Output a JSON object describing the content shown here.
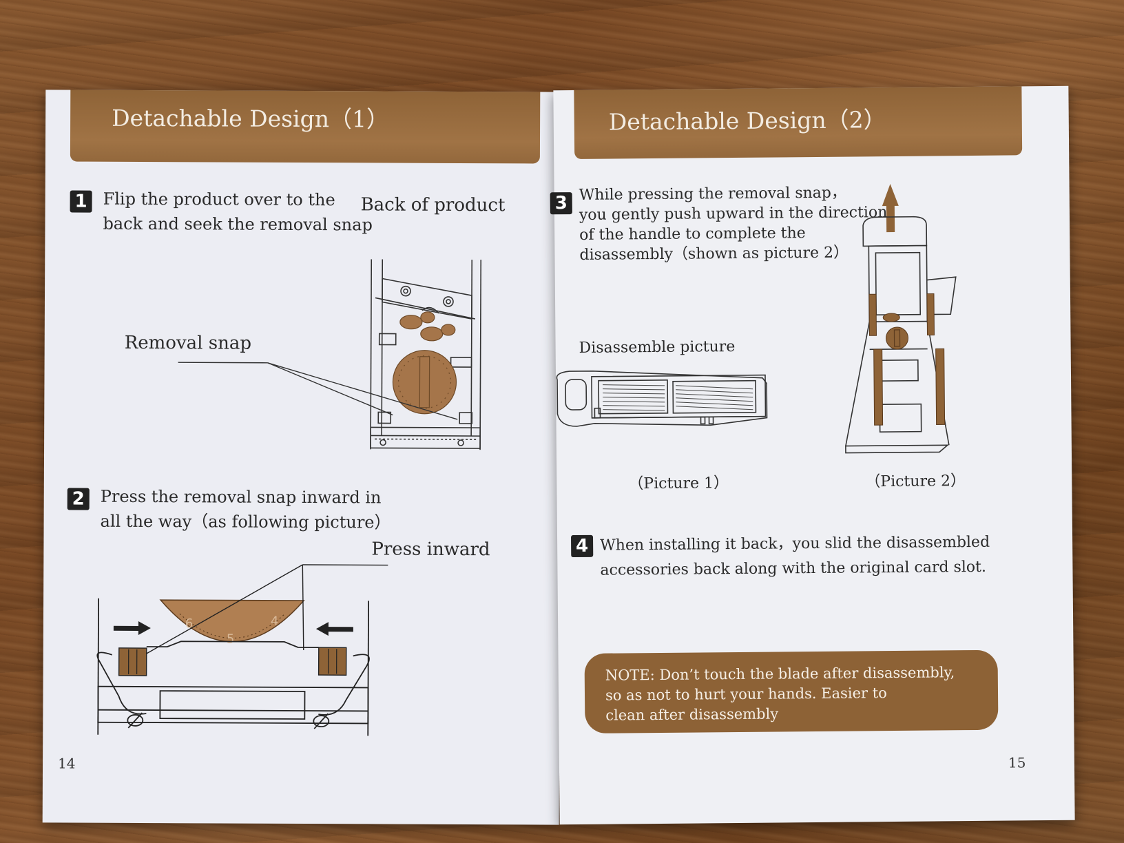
{
  "left_page": {
    "header": "Detachable Design（1）",
    "step1": {
      "number": "1",
      "line1": "Flip the product over to the",
      "line2": "back and seek the removal snap"
    },
    "back_of_product_label": "Back of product",
    "removal_snap_label": "Removal snap",
    "step2": {
      "number": "2",
      "line1": "Press the removal snap inward in",
      "line2": "all the way（as following picture）"
    },
    "press_inward_label": "Press inward",
    "dial_numbers": [
      "6",
      "5",
      "4"
    ],
    "page_number": "14"
  },
  "right_page": {
    "header": "Detachable Design（2）",
    "step3": {
      "number": "3",
      "line1": "While pressing the removal snap，",
      "line2": "you gently push upward in the direction",
      "line3": "of the handle to complete the",
      "line4": "disassembly（shown as picture 2）"
    },
    "disassemble_label": "Disassemble picture",
    "picture1_caption": "（Picture 1）",
    "picture2_caption": "（Picture 2）",
    "step4": {
      "number": "4",
      "line1": "When installing it back，you slid the disassembled",
      "line2": "accessories back along with the original card slot."
    },
    "note": {
      "line1": "NOTE: Don’t touch the blade after disassembly,",
      "line2": "so as not to hurt your hands. Easier to",
      "line3": "clean after disassembly"
    },
    "page_number": "15"
  },
  "colors": {
    "accent_brown": "#8e6337",
    "page_paper": "#ecedf3",
    "text": "#2a2a2a",
    "wood": "#7a4a26"
  }
}
